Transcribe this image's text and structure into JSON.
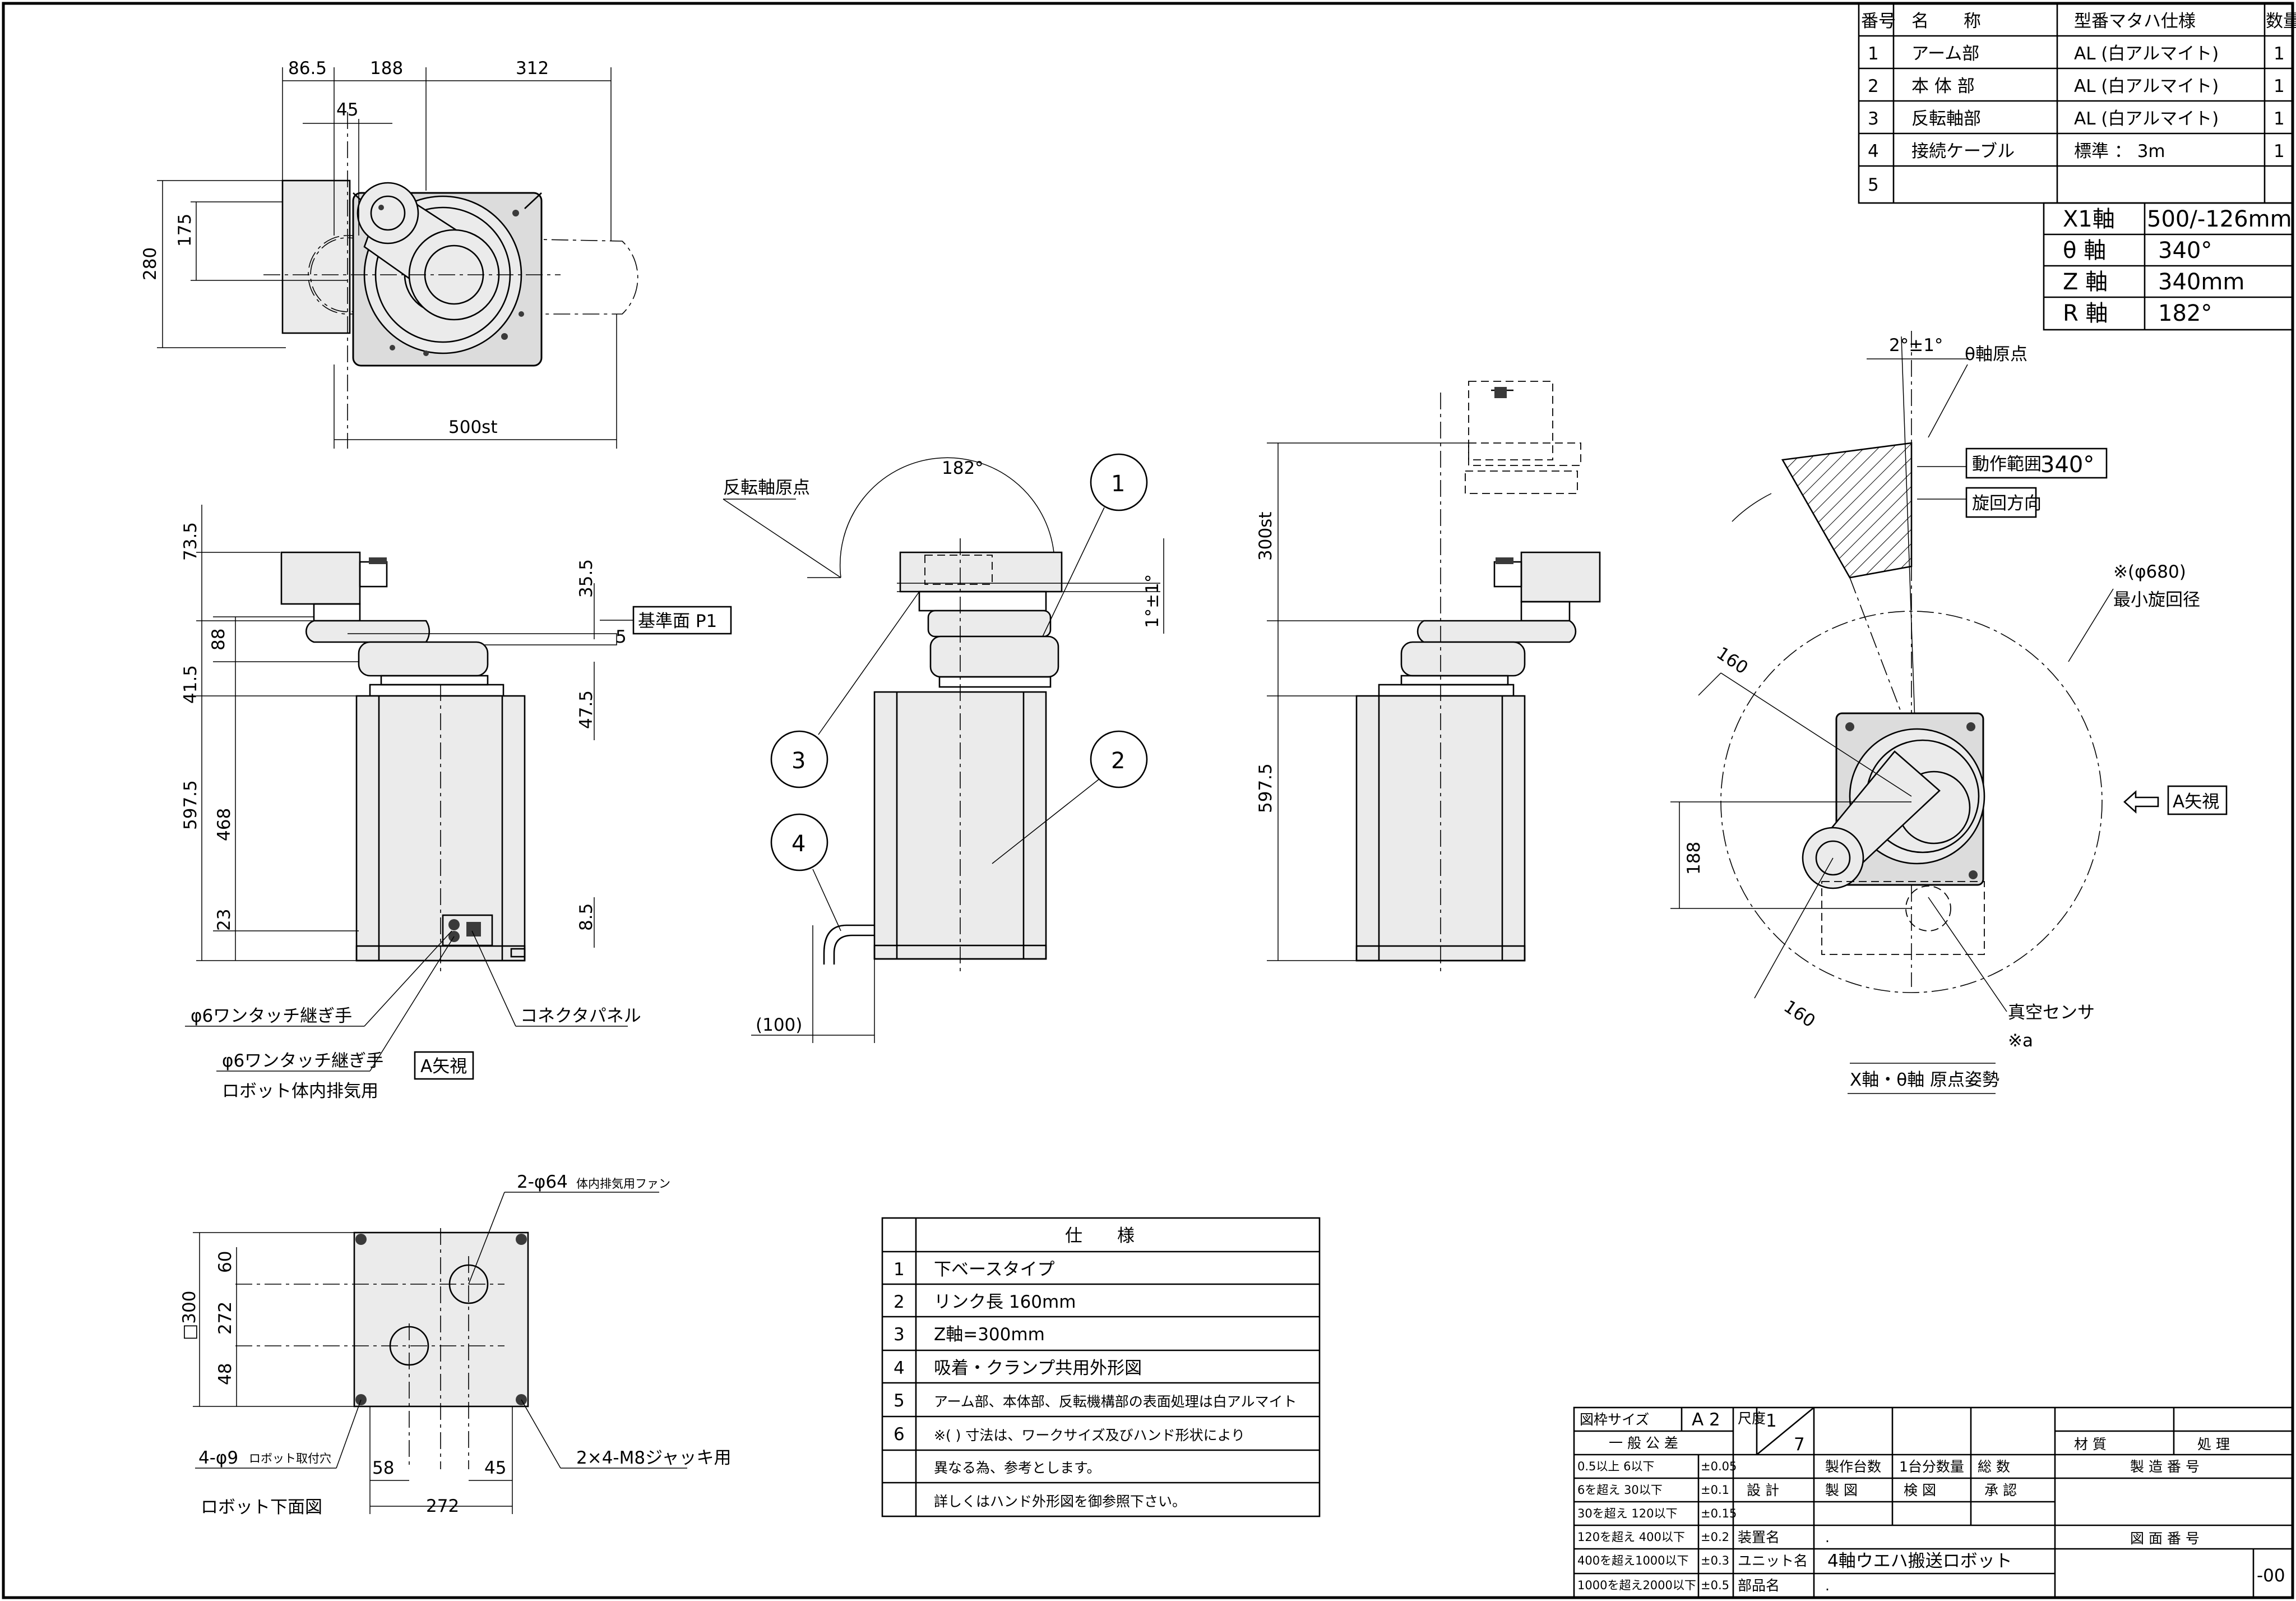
{
  "parts_table": {
    "headers": [
      "番号",
      "名　　称",
      "型番マタハ仕様",
      "数量"
    ],
    "rows": [
      {
        "no": "1",
        "name": "アーム部",
        "spec": "AL (白アルマイト)",
        "qty": "1"
      },
      {
        "no": "2",
        "name": "本 体 部",
        "spec": "AL (白アルマイト)",
        "qty": "1"
      },
      {
        "no": "3",
        "name": "反転軸部",
        "spec": "AL (白アルマイト)",
        "qty": "1"
      },
      {
        "no": "4",
        "name": "接続ケーブル",
        "spec": "標準 ： 3m",
        "qty": "1"
      },
      {
        "no": "5",
        "name": "",
        "spec": "",
        "qty": ""
      }
    ]
  },
  "axis_table": [
    {
      "axis": "X1軸",
      "value": "500/-126mm"
    },
    {
      "axis": "θ 軸",
      "value": "340°"
    },
    {
      "axis": "Z 軸",
      "value": "340mm"
    },
    {
      "axis": "R 軸",
      "value": "182°"
    }
  ],
  "top_view": {
    "dims": {
      "d1": "86.5",
      "d2": "188",
      "d3": "312",
      "d4": "45",
      "h1": "280",
      "h2": "175",
      "stroke": "500st"
    }
  },
  "front_view": {
    "dims": {
      "a": "73.5",
      "b": "88",
      "c": "41.5",
      "d": "597.5",
      "e": "468",
      "f": "23",
      "g": "35.5",
      "h": "5",
      "i": "47.5",
      "j": "8.5"
    },
    "ref_plane": "基準面 P1",
    "labels": {
      "fitting1": "φ6ワンタッチ継ぎ手",
      "fitting2": "φ6ワンタッチ継ぎ手",
      "exhaust": "ロボット体内排気用",
      "connector": "コネクタパネル",
      "view_a": "A矢視"
    }
  },
  "side_view": {
    "angle": "182°",
    "origin_label": "反転軸原点",
    "tol": "1°±1°",
    "dim_100": "(100)",
    "balloons": [
      "1",
      "2",
      "3",
      "4"
    ]
  },
  "right_view": {
    "dims": {
      "stroke": "300st",
      "height": "597.5"
    }
  },
  "plan_view": {
    "theta_origin": "θ軸原点",
    "theta_tol": "2°±1°",
    "range_label": "動作範囲",
    "range_value": "340°",
    "direction": "旋回方向",
    "radius_note": "※(φ680)",
    "radius_label": "最小旋回径",
    "link1": "160",
    "link2": "160",
    "dim_188": "188",
    "view_a": "A矢視",
    "sensor": "真空センサ",
    "note_a": "※a",
    "pose": "X軸・θ軸 原点姿勢"
  },
  "bottom_view": {
    "fan": "2-φ64",
    "fan_note": "体内排気用ファン",
    "dims": {
      "side": "□300",
      "h272": "272",
      "h60": "60",
      "h48": "48",
      "w58": "58",
      "w45": "45",
      "w272": "272"
    },
    "mount": "4-φ9",
    "mount_note": "ロボット取付穴",
    "jack": "2×4-M8ジャッキ用",
    "title": "ロボット下面図"
  },
  "spec_table": {
    "header": "仕　　様",
    "rows": [
      {
        "no": "1",
        "text": "下ベースタイプ"
      },
      {
        "no": "2",
        "text": "リンク長 160mm"
      },
      {
        "no": "3",
        "text": "Z軸=300mm"
      },
      {
        "no": "4",
        "text": "吸着・クランプ共用外形図"
      },
      {
        "no": "5",
        "text": "アーム部、本体部、反転機構部の表面処理は白アルマイト"
      },
      {
        "no": "6",
        "text": "※( ) 寸法は、ワークサイズ及びハンド形状により"
      },
      {
        "no": "",
        "text": "異なる為、参考とします。"
      },
      {
        "no": "",
        "text": "詳しくはハンド外形図を御参照下さい。"
      }
    ]
  },
  "title_block": {
    "size_label": "図枠サイズ",
    "size_value": "A 2",
    "general_tol": "一 般 公 差",
    "tolerances": [
      {
        "range": "0.5以上 6以下",
        "tol": "±0.05"
      },
      {
        "range": "6を超え 30以下",
        "tol": "±0.1"
      },
      {
        "range": "30を超え 120以下",
        "tol": "±0.15"
      },
      {
        "range": "120を超え 400以下",
        "tol": "±0.2"
      },
      {
        "range": "400を超え1000以下",
        "tol": "±0.3"
      },
      {
        "range": "1000を超え2000以下",
        "tol": "±0.5"
      }
    ],
    "scale_label": "尺度",
    "scale_num": "1",
    "scale_den": "7",
    "counts": [
      "製作台数",
      "1台分数量",
      "総 数"
    ],
    "approvals": [
      "設 計",
      "製 図",
      "検 図",
      "承 認"
    ],
    "material": "材 質",
    "treatment": "処 理",
    "mfg_no": "製 造 番 号",
    "device": "装置名",
    "unit": "ユニット名",
    "unit_value": "4軸ウエハ搬送ロボット",
    "part": "部品名",
    "drawing_no": "図 面 番 号",
    "suffix": "-00",
    "dot": "."
  }
}
